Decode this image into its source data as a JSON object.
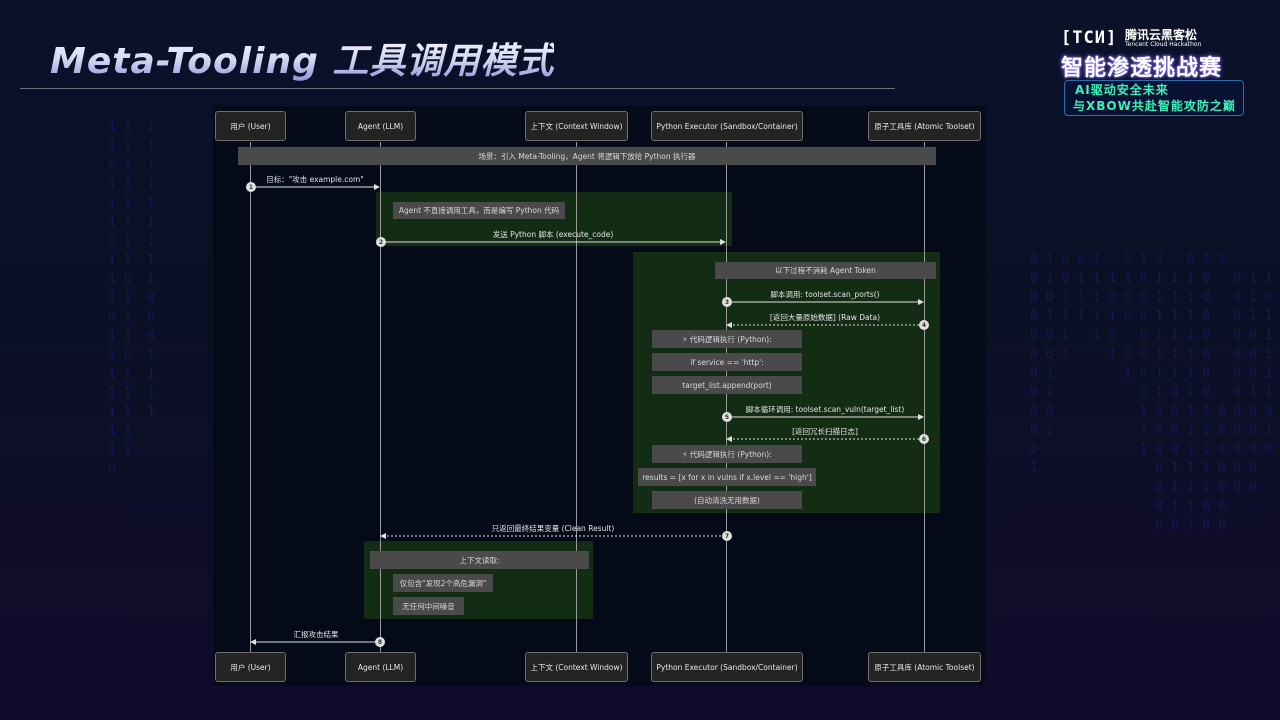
{
  "slide": {
    "title": "Meta-Tooling 工具调用模式"
  },
  "logo": {
    "tcn": "[TCИ]",
    "org_cn": "腾讯云黑客松",
    "org_en": "Tencent Cloud Hackathon",
    "event": "智能渗透挑战赛",
    "slogan_line1": "AI驱动安全未来",
    "slogan_line2": "与XBOW共赴智能攻防之巅"
  },
  "colors": {
    "panel_bg": "#050a18",
    "actor_bg": "#232323",
    "note_bg": "#4a4a4a",
    "highlight_green": "#142f14",
    "slogan_text": "#3df0b8"
  },
  "diagram": {
    "participants": [
      {
        "id": "user",
        "label": "用户 (User)"
      },
      {
        "id": "agent",
        "label": "Agent (LLM)"
      },
      {
        "id": "context",
        "label": "上下文 (Context Window)"
      },
      {
        "id": "python",
        "label": "Python Executor (Sandbox/Container)"
      },
      {
        "id": "toolset",
        "label": "原子工具库 (Atomic Toolset)"
      }
    ],
    "scene_note": "场景：引入 Meta-Tooling，Agent 将逻辑下放给 Python 执行器",
    "agent_note": "Agent 不直接调用工具，而是编写 Python 代码",
    "no_token_note": "以下过程不消耗 Agent Token",
    "messages": [
      {
        "seq": "1",
        "from": "user",
        "to": "agent",
        "label": "目标：\"攻击 example.com\"",
        "style": "solid"
      },
      {
        "seq": "2",
        "from": "agent",
        "to": "python",
        "label": "发送 Python 脚本 (execute_code)",
        "style": "solid"
      },
      {
        "seq": "3",
        "from": "python",
        "to": "toolset",
        "label": "脚本调用: toolset.scan_ports()",
        "style": "solid"
      },
      {
        "seq": "4",
        "from": "toolset",
        "to": "python",
        "label": "[返回大量原始数据] (Raw Data)",
        "style": "dotted"
      },
      {
        "seq": "5",
        "from": "python",
        "to": "toolset",
        "label": "脚本循环调用: toolset.scan_vuln(target_list)",
        "style": "solid"
      },
      {
        "seq": "6",
        "from": "toolset",
        "to": "python",
        "label": "[返回冗长扫描日志]",
        "style": "dotted"
      },
      {
        "seq": "7",
        "from": "python",
        "to": "agent",
        "label": "只返回最终结果变量 (Clean Result)",
        "style": "dotted"
      },
      {
        "seq": "8",
        "from": "agent",
        "to": "user",
        "label": "汇报攻击结果",
        "style": "solid"
      }
    ],
    "code_block_1": [
      "⚡ 代码逻辑执行 (Python):",
      "if service == 'http':",
      "target_list.append(port)"
    ],
    "code_block_2": [
      "⚡ 代码逻辑执行 (Python):",
      "results = [x for x in vulns if x.level == 'high']",
      "(自动清洗无用数据)"
    ],
    "context_read": {
      "title": "上下文读取:",
      "lines": [
        "仅包含\"发现2个高危漏洞\"",
        "无任何中间噪音"
      ]
    }
  }
}
